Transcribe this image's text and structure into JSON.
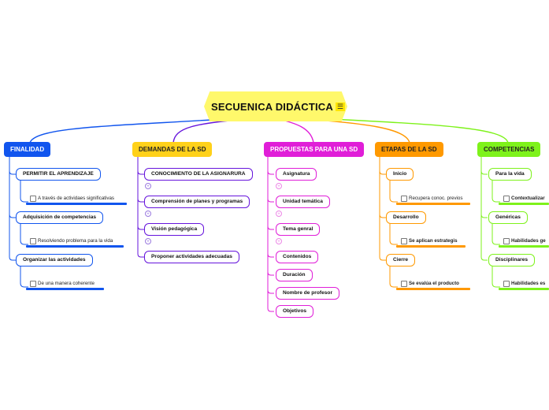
{
  "root": {
    "title": "SECUENICA DIDÁCTICA",
    "menu_icon": "menu-icon"
  },
  "colors": {
    "blue": "#1155ee",
    "gold": "#ffd11a",
    "magenta": "#e01ed8",
    "purple": "#6614dc",
    "orange": "#ff9900",
    "green": "#7ef21b",
    "root": "#fff86b"
  },
  "branches": {
    "finalidad": {
      "label": "FINALIDAD",
      "items": [
        {
          "label": "PERMITIR EL APRENDIZAJE",
          "leaf": "A través de actividaes significativas"
        },
        {
          "label": "Adquisición de competencias",
          "leaf": "Resolviendo problema para la vida"
        },
        {
          "label": "Organizar las actividades",
          "leaf": "De una manera coherente"
        }
      ]
    },
    "demandas": {
      "label": "DEMANDAS DE LA SD",
      "items": [
        {
          "label": "CONOCIMIENTO DE LA ASIGNARURA"
        },
        {
          "label": "Comprensión de planes y programas"
        },
        {
          "label": "Visión pedagógica"
        },
        {
          "label": "Proponer actividades adecuadas"
        }
      ]
    },
    "propuestas": {
      "label": "PROPUESTAS PARA UNA SD",
      "items": [
        {
          "label": "Asignatura"
        },
        {
          "label": "Unidad temática"
        },
        {
          "label": "Tema genral"
        },
        {
          "label": "Contenidos"
        },
        {
          "label": "Duración"
        },
        {
          "label": "Nombre de profesor"
        },
        {
          "label": "Objetivos"
        }
      ]
    },
    "etapas": {
      "label": "ETAPAS DE LA SD",
      "items": [
        {
          "label": "Inicio",
          "leaf": "Recupera conoc. previos"
        },
        {
          "label": "Desarrollo",
          "leaf": "Se aplican estrategis"
        },
        {
          "label": "Cierre",
          "leaf": "Se evalúa el producto"
        }
      ]
    },
    "competencias": {
      "label": "COMPETENCIAS",
      "items": [
        {
          "label": "Para la vida",
          "leaf": "Contextualizar"
        },
        {
          "label": "Genéricas",
          "leaf": "Habilidades ge"
        },
        {
          "label": "Disciplinares",
          "leaf": "Habilidades es"
        }
      ]
    }
  },
  "collapse_glyph": "+"
}
